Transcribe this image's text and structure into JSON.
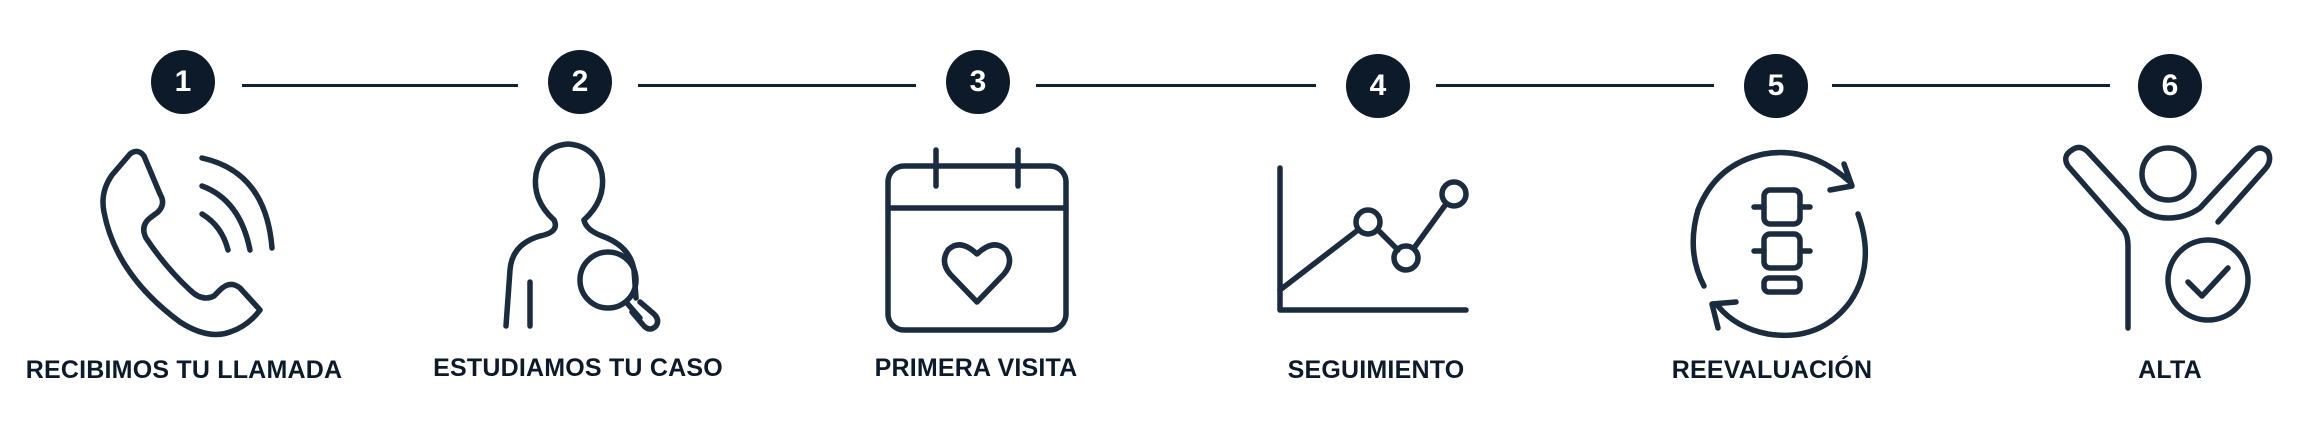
{
  "process": {
    "steps": [
      {
        "number": "1",
        "label": "RECIBIMOS TU LLAMADA",
        "icon": "phone-icon"
      },
      {
        "number": "2",
        "label": "ESTUDIAMOS TU CASO",
        "icon": "person-search-icon"
      },
      {
        "number": "3",
        "label": "PRIMERA VISITA",
        "icon": "calendar-heart-icon"
      },
      {
        "number": "4",
        "label": "SEGUIMIENTO",
        "icon": "line-chart-icon"
      },
      {
        "number": "5",
        "label": "REEVALUACIÓN",
        "icon": "spine-cycle-icon"
      },
      {
        "number": "6",
        "label": "ALTA",
        "icon": "person-check-icon"
      }
    ]
  },
  "colors": {
    "badge": "#0d1a2a",
    "line": "#1b2c3f",
    "text": "#0d1a2a",
    "background": "#ffffff"
  }
}
